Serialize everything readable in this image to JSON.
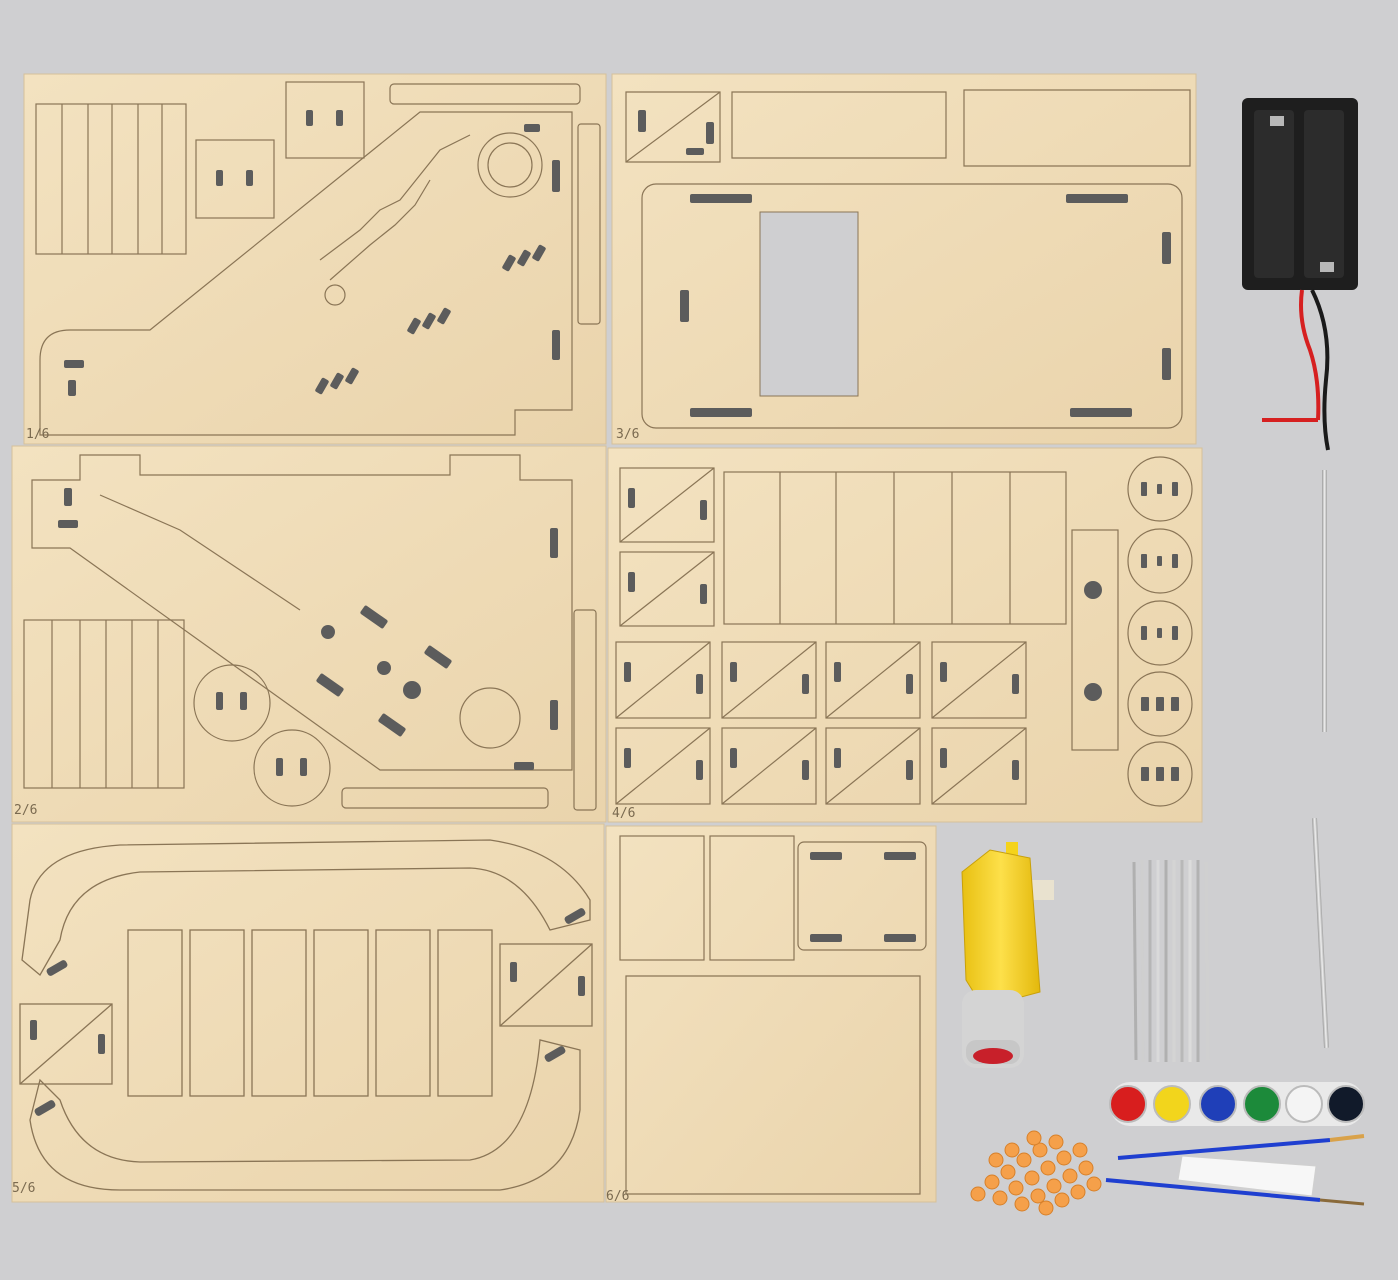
{
  "colors": {
    "background": "#cfcfd1",
    "plywood": "#efdcb8",
    "plywood_edge": "#d9c39c",
    "etch": "#8a7556",
    "slot": "#5c5c5c",
    "motor_yellow": "#f5d31a",
    "battery_box": "#1e1e1e",
    "wire_red": "#d62020",
    "bead_orange": "#f5a04a",
    "brush_blue": "#1f3fd0"
  },
  "sheets": [
    {
      "label": "1/6"
    },
    {
      "label": "3/6"
    },
    {
      "label": "2/6"
    },
    {
      "label": "4/6"
    },
    {
      "label": "5/6"
    },
    {
      "label": "6/6"
    }
  ],
  "paint_colors": [
    "#d81e1e",
    "#f2d51c",
    "#1f3fb8",
    "#1c8a3a",
    "#f4f4f4",
    "#111a2a"
  ],
  "icons": {
    "battery": "battery-holder-icon",
    "motor": "gear-motor-icon",
    "paint": "paint-pot-icon",
    "brush": "paint-brush-icon"
  }
}
